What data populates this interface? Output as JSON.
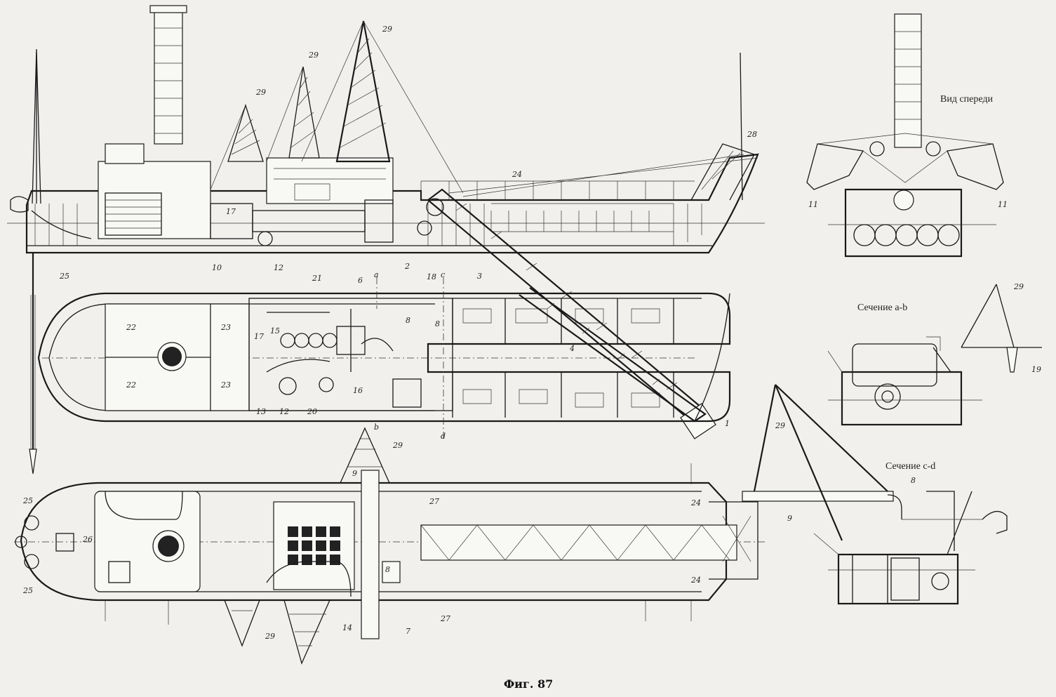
{
  "figure": {
    "caption": "Фиг. 87"
  },
  "views": {
    "front_title": "Вид спереди",
    "section_ab_title": "Сечение a-b",
    "section_cd_title": "Сечение c-d",
    "section_marker_a": "a",
    "section_marker_b": "b",
    "section_marker_c": "c",
    "section_marker_d": "d"
  },
  "callouts": {
    "c1": "29",
    "c2": "29",
    "c3": "29",
    "c4": "28",
    "c5": "24",
    "c6": "17",
    "c7": "10",
    "c8": "12",
    "c9": "2",
    "c10": "3",
    "c11": "25",
    "c12": "21",
    "c13": "6",
    "c14": "18",
    "c15": "22",
    "c16": "22",
    "c17": "23",
    "c18": "23",
    "c19": "17",
    "c20": "15",
    "c21": "8",
    "c22": "8",
    "c23": "16",
    "c24": "4",
    "c25": "13",
    "c26": "12",
    "c27": "20",
    "c28": "1",
    "c29": "29",
    "c30": "9",
    "c31": "27",
    "c32": "25",
    "c33": "26",
    "c34": "25",
    "c35": "24",
    "c36": "24",
    "c37": "29",
    "c38": "14",
    "c39": "8",
    "c40": "27",
    "c41": "7",
    "c42": "11",
    "c43": "11",
    "c44": "29",
    "c45": "19",
    "c46": "29",
    "c47": "9",
    "c48": "8"
  }
}
